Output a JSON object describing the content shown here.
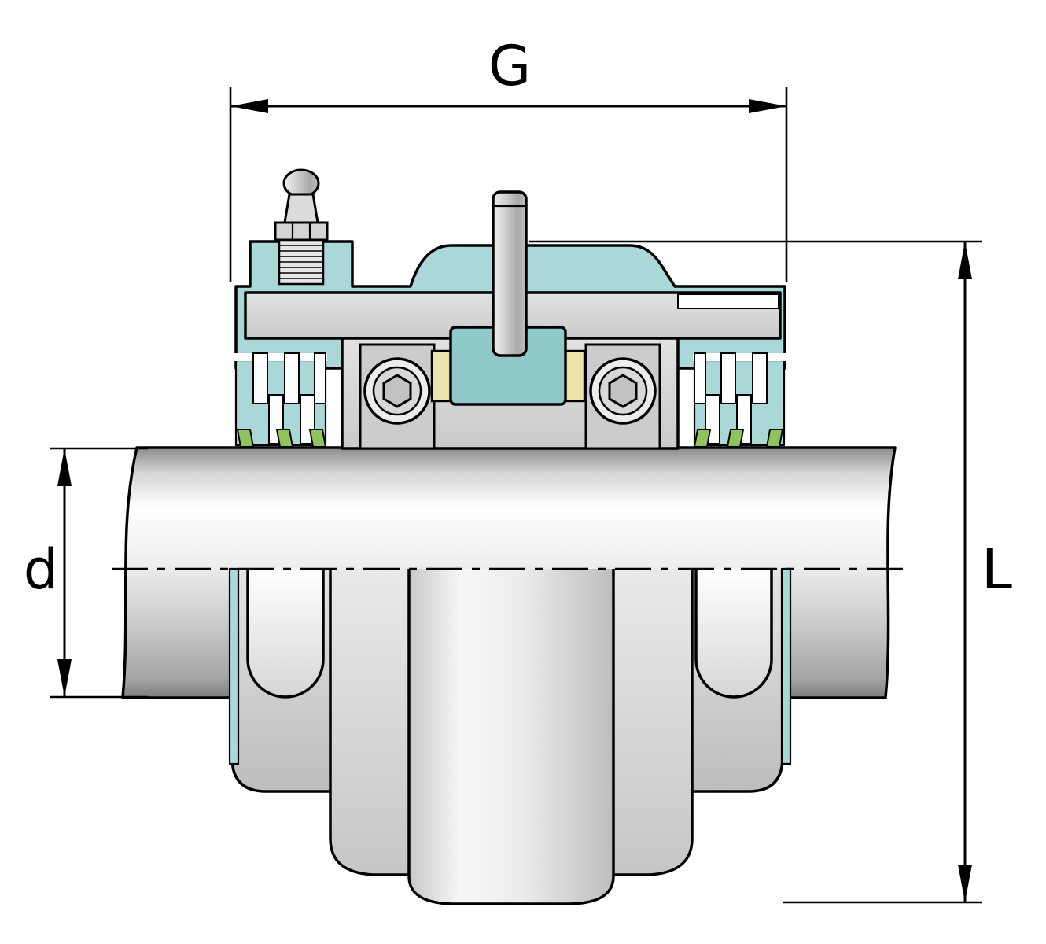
{
  "diagram": {
    "dimensions": {
      "g_label": "G",
      "l_label": "L",
      "d_label": "d"
    },
    "colors": {
      "outline_black": "#000000",
      "housing_teal": "#aad8d8",
      "housing_teal_dark": "#8fc9c9",
      "metal_gray": "#d9d9d9",
      "seal_green": "#8fc45c",
      "cage_yellow": "#ebe3ac",
      "background": "#ffffff"
    }
  }
}
